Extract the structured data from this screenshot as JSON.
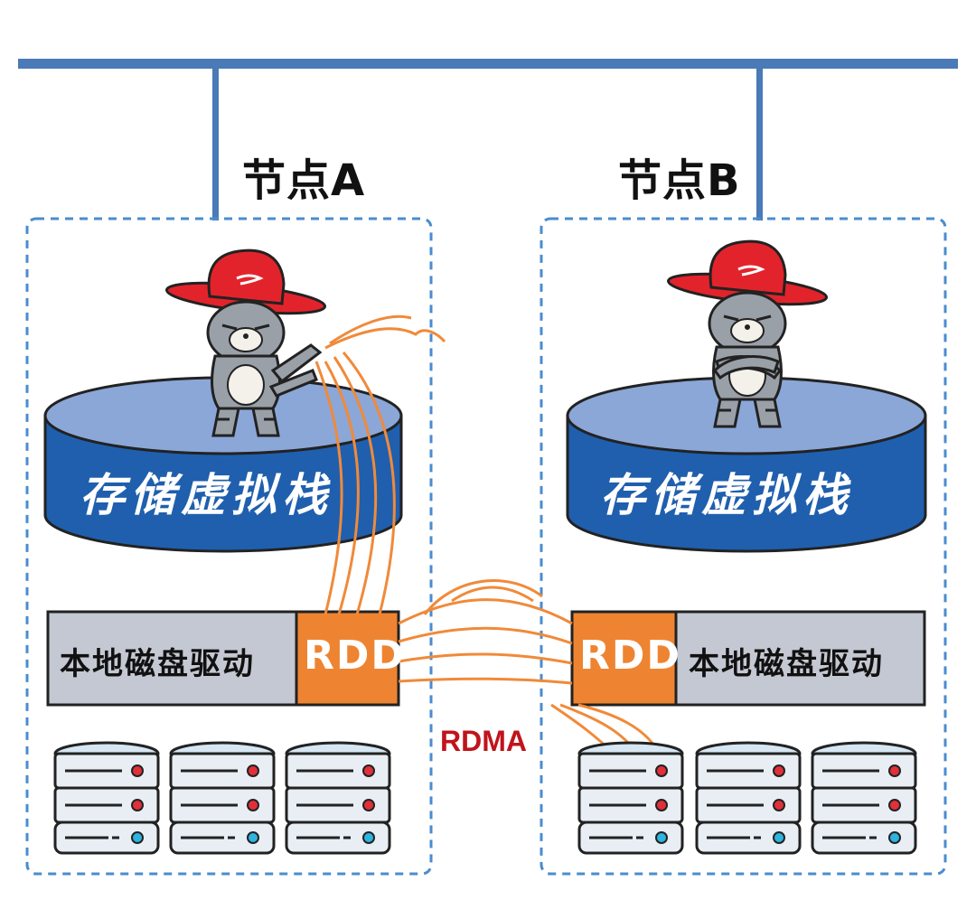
{
  "network_color": "#4a7ab8",
  "nodes": [
    {
      "title": "节点A",
      "stack_label": "存储虚拟栈",
      "driver_label": "本地磁盘驱动",
      "rdd_label": "RDD"
    },
    {
      "title": "节点B",
      "stack_label": "存储虚拟栈",
      "driver_label": "本地磁盘驱动",
      "rdd_label": "RDD"
    }
  ],
  "link_label": "RDMA",
  "colors": {
    "stack_fill": "#1f5fae",
    "stack_top": "#8ba7d8",
    "driver_fill": "#c4c8d2",
    "rdd_fill": "#ee8431",
    "hat_red": "#e3232b",
    "flow_orange": "#f08a3a",
    "dashed_border": "#4a8ccf"
  },
  "icons": [
    "cat-mascot-icon",
    "disk-server-icon"
  ]
}
